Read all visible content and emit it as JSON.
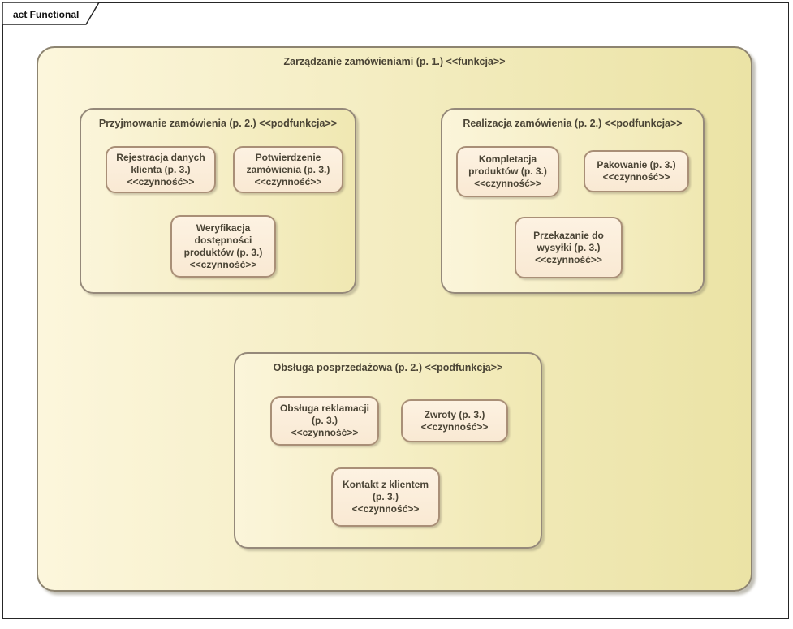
{
  "frame": {
    "label": "act Functional"
  },
  "colors": {
    "root_fill_left": "#fcf6dc",
    "root_fill_right": "#ebe3a5",
    "group_fill_left": "#fbf5da",
    "group_fill_right": "#f0e8b2",
    "activity_fill": "#fcefdd",
    "activity_border": "#a98f77",
    "container_border": "#95897a",
    "text": "#4a4435",
    "frame_border": "#262626"
  },
  "diagram": {
    "root": {
      "title": "Zarządzanie zamówieniami (p. 1.) <<funkcja>>",
      "groups": [
        {
          "title": "Przyjmowanie zamówienia (p. 2.) <<podfunkcja>>",
          "activities": [
            {
              "label": "Rejestracja danych\nklienta (p. 3.)\n<<czynność>>"
            },
            {
              "label": "Potwierdzenie\nzamówienia (p. 3.)\n<<czynność>>"
            },
            {
              "label": "Weryfikacja\ndostępności\nproduktów (p. 3.)\n<<czynność>>"
            }
          ]
        },
        {
          "title": "Realizacja zamówienia (p. 2.) <<podfunkcja>>",
          "activities": [
            {
              "label": "Kompletacja\nproduktów (p. 3.)\n<<czynność>>"
            },
            {
              "label": "Pakowanie (p. 3.)\n<<czynność>>"
            },
            {
              "label": "Przekazanie do\nwysyłki (p. 3.)\n<<czynność>>"
            }
          ]
        },
        {
          "title": "Obsługa posprzedażowa (p. 2.) <<podfunkcja>>",
          "activities": [
            {
              "label": "Obsługa reklamacji\n(p. 3.)\n<<czynność>>"
            },
            {
              "label": "Zwroty (p. 3.)\n<<czynność>>"
            },
            {
              "label": "Kontakt z klientem\n(p. 3.)\n<<czynność>>"
            }
          ]
        }
      ]
    }
  }
}
